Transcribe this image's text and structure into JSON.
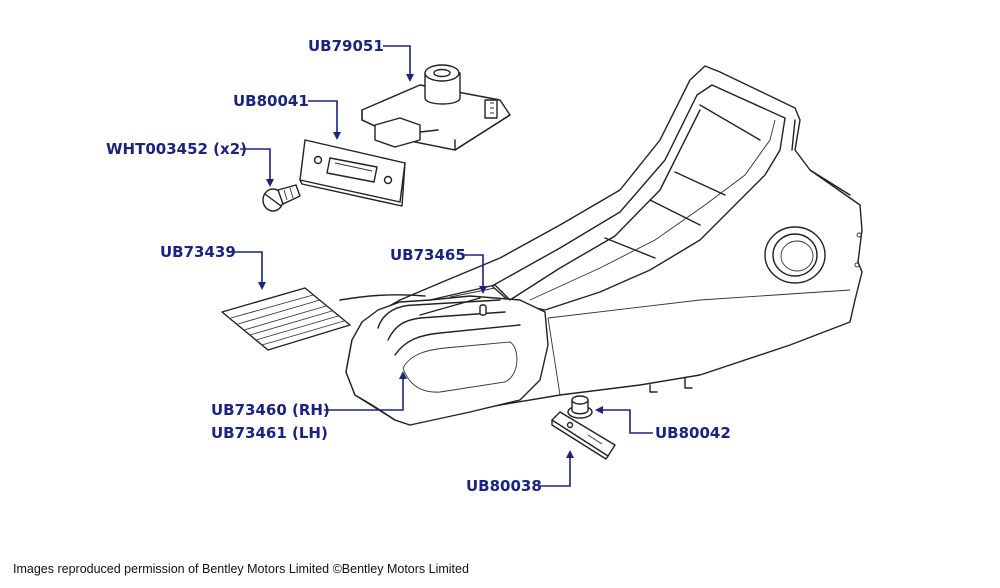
{
  "labels": {
    "ub79051": "UB79051",
    "ub80041": "UB80041",
    "wht003452": "WHT003452 (x2)",
    "ub73439": "UB73439",
    "ub73465": "UB73465",
    "ub73460": "UB73460 (RH)",
    "ub73461": "UB73461 (LH)",
    "ub80042": "UB80042",
    "ub80038": "UB80038"
  },
  "footer": "Images reproduced permission of Bentley Motors Limited ©Bentley Motors Limited",
  "colors": {
    "label": "#1a237e",
    "line": "#222222",
    "background": "#ffffff"
  }
}
